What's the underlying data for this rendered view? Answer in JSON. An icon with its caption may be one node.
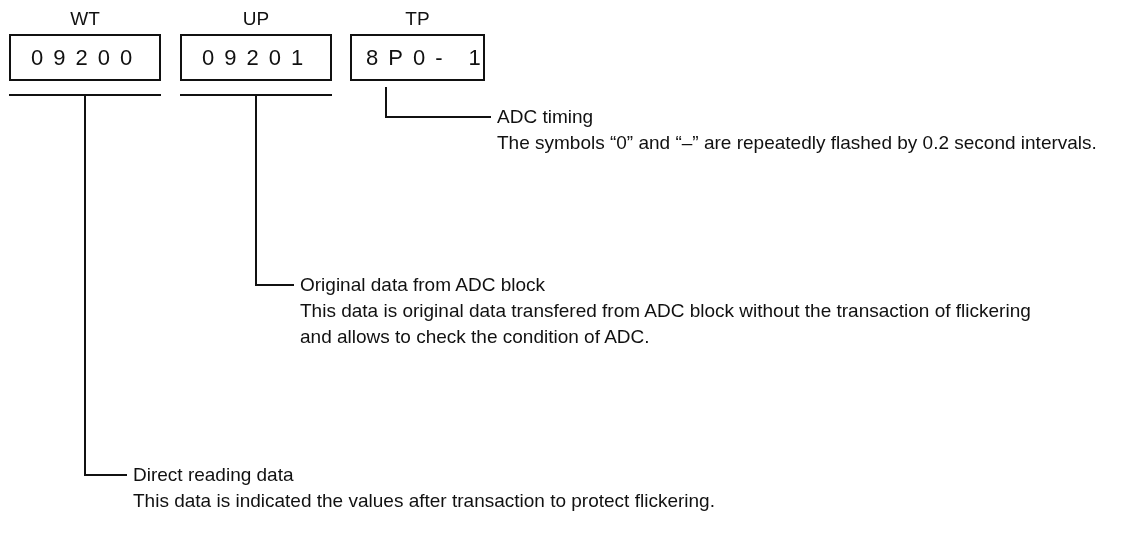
{
  "diagram": {
    "nodes": [
      {
        "text": [
          "WT",
          "09200"
        ]
      },
      {
        "text": [
          "UP",
          "09201"
        ]
      },
      {
        "text": [
          "TP",
          "8P0- 1"
        ]
      },
      {
        "text": [
          "ADC timing",
          "The symbols “0” and “–” are repeatedly flashed by 0.2  second intervals."
        ]
      },
      {
        "text": [
          "Original data from ADC block",
          "This data is original data transfered from ADC block without the transaction of flickering and allows to check the condition of ADC."
        ]
      },
      {
        "text": [
          "Direct reading data",
          "This data is indicated the values after transaction to protect flickering."
        ]
      }
    ],
    "edges": [
      {
        "from": 2,
        "to": 3,
        "arrow": "none"
      },
      {
        "from": 1,
        "to": 4,
        "arrow": "none"
      },
      {
        "from": 0,
        "to": 5,
        "arrow": "none"
      }
    ]
  }
}
